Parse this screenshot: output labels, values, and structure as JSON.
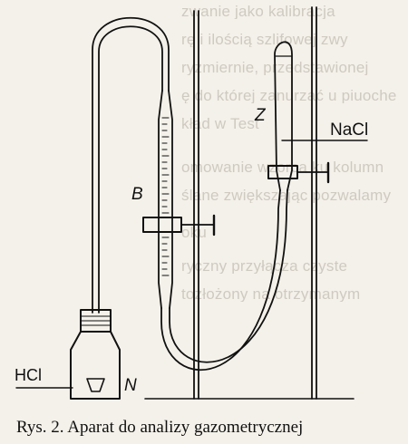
{
  "background_text": [
    "zwanie jako kalibracja",
    "rę i ilością szlifowej zwy",
    "ryzmiernie, przedstawionej",
    "ę do której zanurzać u piuoche",
    "kład w Test",
    "omowanie wzorca ku kolumn",
    "ślane zwiększając pozwalamy",
    "oku",
    "ryczny przyłącza czyste",
    "tozłożony na otrzymanym"
  ],
  "labels": {
    "z": "Z",
    "nacl": "NaCl",
    "b": "B",
    "hcl": "HCl",
    "n": "N"
  },
  "caption": "Rys. 2. Aparat do analizy gazometrycznej"
}
